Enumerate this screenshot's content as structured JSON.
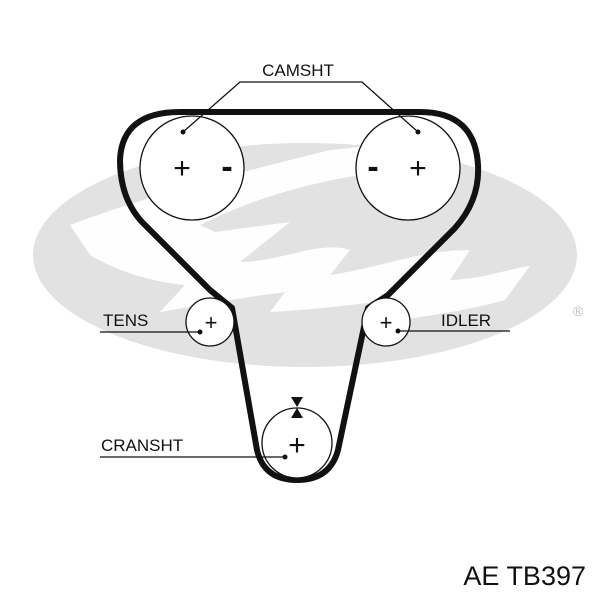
{
  "labels": {
    "camshaft": "CAMSHT",
    "tensioner": "TENS",
    "idler": "IDLER",
    "crankshaft": "CRANSHT"
  },
  "pulley_marks": {
    "plus": "+",
    "minus": "-"
  },
  "part_number": "AE  TB397",
  "watermark": {
    "brand": "Gates",
    "registered_mark": "®",
    "color": "#e2e2e2"
  },
  "colors": {
    "belt": "#111111",
    "line": "#111111"
  }
}
